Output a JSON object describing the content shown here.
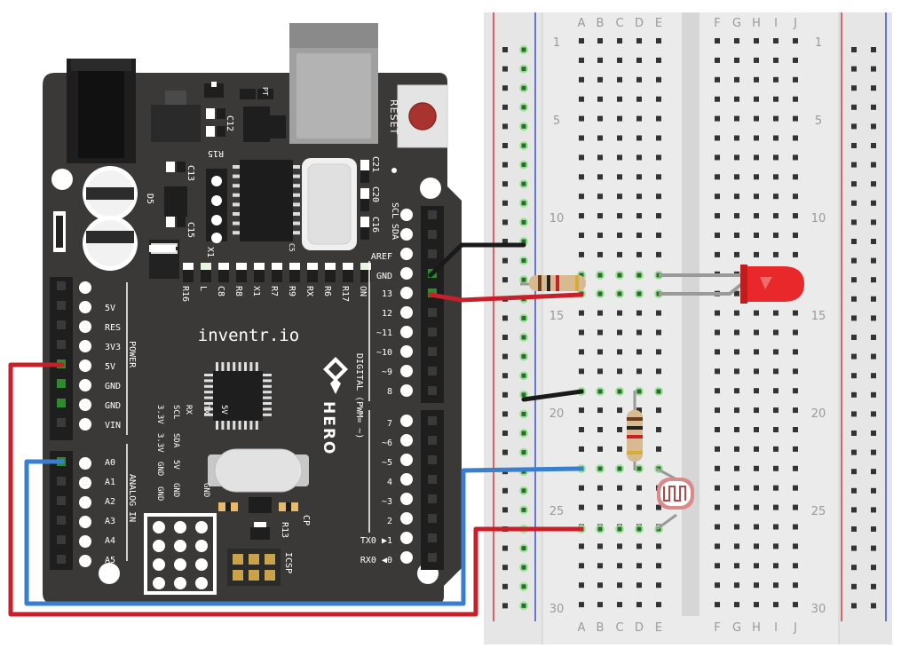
{
  "board": {
    "brand": "inventr.io",
    "model": "HERO",
    "reset_label": "RESET",
    "left_labels": [
      "5V",
      "RES",
      "3V3",
      "5V",
      "GND",
      "GND",
      "VIN",
      "A0",
      "A1",
      "A2",
      "A3",
      "A4",
      "A5"
    ],
    "power_label": "POWER",
    "analog_label": "ANALOG IN",
    "right_labels": [
      "SCL",
      "SDA",
      "AREF",
      "GND",
      "13",
      "12",
      "~11",
      "~10",
      "~9",
      "8",
      "7",
      "~6",
      "~5",
      "4",
      "~3",
      "2",
      "TX0 ▶1",
      "RX0 ◀0"
    ],
    "digital_label": "DIGITAL (PWM= ~)",
    "led_labels": [
      "R16",
      "L",
      "C8",
      "R8",
      "X1",
      "R7",
      "R9",
      "RX",
      "R6",
      "R17",
      "ON"
    ],
    "top_labels": [
      "C21",
      "C20",
      "C16",
      "C13",
      "C15",
      "R15",
      "C12",
      "D5",
      "X1",
      "C5",
      "PT"
    ],
    "i2c_labels": [
      "RX",
      "TX",
      "5V",
      "SCL",
      "SDA",
      "5V",
      "GND",
      "3.3V",
      "3.3V",
      "GND",
      "GND",
      "GND"
    ],
    "bottom_labels": [
      "R13",
      "CP",
      "ICSP"
    ]
  },
  "breadboard": {
    "columns_left": [
      "A",
      "B",
      "C",
      "D",
      "E"
    ],
    "columns_right": [
      "F",
      "G",
      "H",
      "I",
      "J"
    ],
    "row_numbers": [
      "1",
      "5",
      "10",
      "15",
      "20",
      "25",
      "30"
    ]
  },
  "colors": {
    "board": "#3b3838",
    "wire_red": "#c8202a",
    "wire_blue": "#3a7fcf",
    "wire_black": "#1a1a1a",
    "led": "#e8282a",
    "rail_red": "#d43a3a",
    "rail_blue": "#3a52c8"
  }
}
